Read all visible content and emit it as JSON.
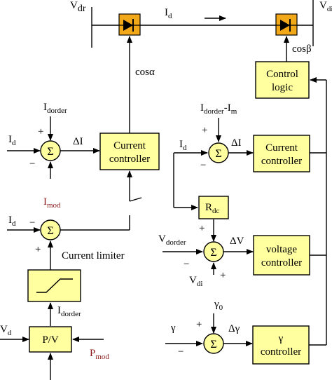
{
  "bus": {
    "left": {
      "label": "V",
      "sub": "dr"
    },
    "right": {
      "label": "V",
      "sub": "di"
    },
    "current": {
      "label": "I",
      "sub": "d"
    }
  },
  "alpha_label": "cosα",
  "beta_label": "cosβ",
  "control_logic": {
    "line1": "Control",
    "line2": "logic"
  },
  "left_current_controller": {
    "line1": "Current",
    "line2": "controller"
  },
  "right_current_controller": {
    "line1": "Current",
    "line2": "controller"
  },
  "voltage_controller": {
    "line1": "voltage",
    "line2": "controller"
  },
  "gamma_controller": {
    "line1": "γ",
    "line2": "controller"
  },
  "rdc": {
    "label": "R",
    "sub": "dc"
  },
  "pv": "P/V",
  "current_limiter": "Current limiter",
  "sum_symbol": "Σ",
  "signals": {
    "idorder_top": {
      "label": "I",
      "sub": "dorder"
    },
    "id_left": {
      "label": "I",
      "sub": "d"
    },
    "delta_i_left": "ΔI",
    "imod": {
      "label": "I",
      "sub": "mod"
    },
    "id_lower": {
      "label": "I",
      "sub": "d"
    },
    "idorder_lower": {
      "label": "I",
      "sub": "dorder"
    },
    "vd": {
      "label": "V",
      "sub": "d"
    },
    "pmod": {
      "label": "P",
      "sub": "mod"
    },
    "idorder_im": {
      "label": "I",
      "sub": "dorder",
      "suffix": "-I",
      "sub2": "m"
    },
    "id_right": {
      "label": "I",
      "sub": "d"
    },
    "delta_i_right": "ΔI",
    "vdorder": {
      "label": "V",
      "sub": "dorder"
    },
    "delta_v": "ΔV",
    "vdi": {
      "label": "V",
      "sub": "di"
    },
    "gamma0": {
      "label": "γ",
      "sub": "0"
    },
    "gamma": "γ",
    "delta_gamma": "Δγ"
  },
  "signs": {
    "plus": "+",
    "minus": "−"
  }
}
